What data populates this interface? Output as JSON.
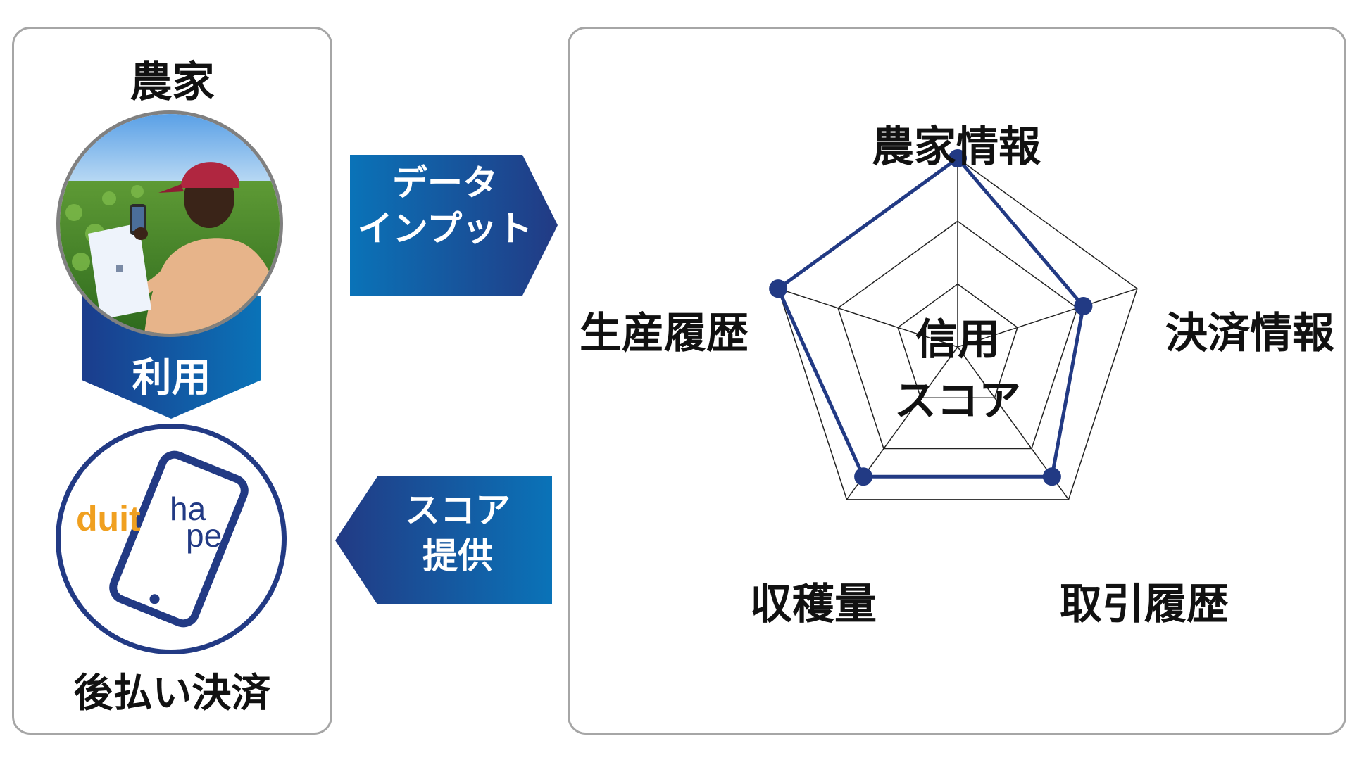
{
  "farmer_panel": {
    "title": "農家",
    "photo_icon": "farmer-photo",
    "use_label": "利用",
    "app_logo": {
      "duit_text": "duit",
      "hape_text_top": "ha",
      "hape_text_bottom": "pe"
    },
    "bnpl_label": "後払い決済"
  },
  "flows": {
    "data_input": {
      "line1": "データ",
      "line2": "インプット"
    },
    "score_provision": {
      "line1": "スコア",
      "line2": "提供"
    }
  },
  "score_panel": {
    "center_line1": "信用",
    "center_line2": "スコア"
  },
  "chart_data": {
    "type": "radar",
    "axes": [
      "農家情報",
      "決済情報",
      "取引履歴",
      "収穫量",
      "生産履歴"
    ],
    "values": [
      1.0,
      0.7,
      0.85,
      0.85,
      1.0
    ],
    "rings": 3,
    "range": [
      0,
      1
    ]
  },
  "colors": {
    "navy": "#223a84",
    "blue": "#0a73b8",
    "orange": "#f0a020",
    "border": "#a6a6a6"
  }
}
